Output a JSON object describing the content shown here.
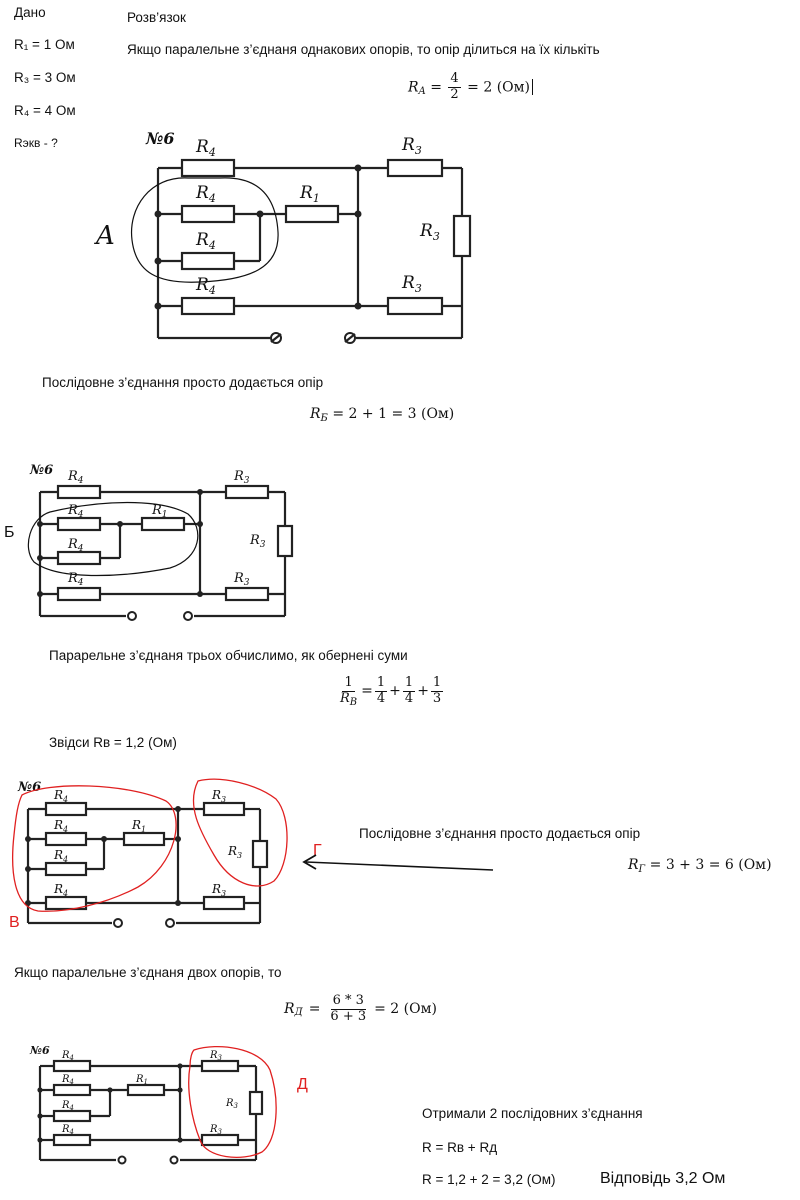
{
  "given": {
    "title": "Дано",
    "r1": "R₁ = 1 Ом",
    "r3": "R₃ = 3 Ом",
    "r4": "R₄ = 4 Ом",
    "find": "Rэкв - ?"
  },
  "solution": {
    "title": "Розв’язок",
    "step_a_text": "Якщо паралельне з’єднаня однакових опорів, то  опір ділиться на їх кількіть",
    "step_a_formula": {
      "lhs": "R",
      "lhs_sub": "A",
      "eq": "=",
      "num": "4",
      "den": "2",
      "rhs": "= 2 (Ом)"
    },
    "label_a": "A",
    "step_b_text": "Послідовне з’єднання просто додається опір",
    "step_b_formula": {
      "lhs": "R",
      "lhs_sub": "Б",
      "eq": "=",
      "rhs": "2 + 1 = 3 (Ом)"
    },
    "label_b": "Б",
    "step_v_text": "Парарельне з’єднаня трьох обчислимо, як обернені суми",
    "step_v_formula": {
      "num1": "1",
      "den1_var": "R",
      "den1_sub": "B",
      "eq": "=",
      "f1_num": "1",
      "f1_den": "4",
      "plus1": "+",
      "f2_num": "1",
      "f2_den": "4",
      "plus2": "+",
      "f3_num": "1",
      "f3_den": "3"
    },
    "step_v_result": "Звідси Rв = 1,2 (Ом)",
    "label_v": "В",
    "label_g": "Г",
    "step_g_text": "Послідовне з’єднання просто додається опір",
    "step_g_formula": {
      "lhs": "R",
      "lhs_sub": "Г",
      "eq": "=",
      "rhs": "3 + 3 = 6 (Ом)"
    },
    "step_d_text": "Якщо паралельне з’єднаня двох опорів, то",
    "step_d_formula": {
      "lhs": "R",
      "lhs_sub": "Д",
      "eq": "=",
      "num": "6 * 3",
      "den": "6 + 3",
      "rhs": "= 2 (Ом)"
    },
    "label_d": "Д",
    "result_1": "Отримали 2 послідовних з’єднання",
    "result_2": "R = Rв + Rд",
    "result_3": "R = 1,2 + 2 = 3,2 (Ом)",
    "answer": "Відповідь 3,2 Ом"
  },
  "circuit": {
    "number": "№6",
    "r1": "R",
    "r1_sub": "1",
    "r3": "R",
    "r3_sub": "3",
    "r4": "R",
    "r4_sub": "4"
  }
}
